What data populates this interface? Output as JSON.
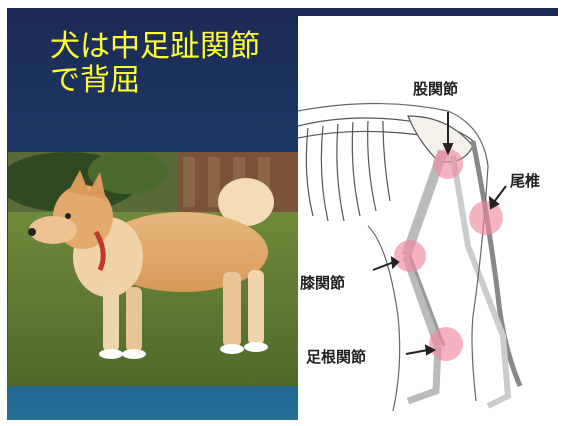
{
  "slide": {
    "title": "犬は中足趾関節\nで背屈"
  },
  "diagram": {
    "labels": {
      "hip": "股関節",
      "tail": "尾椎",
      "knee": "膝関節",
      "ankle": "足根関節"
    },
    "highlight_color": "#f08aa0"
  }
}
